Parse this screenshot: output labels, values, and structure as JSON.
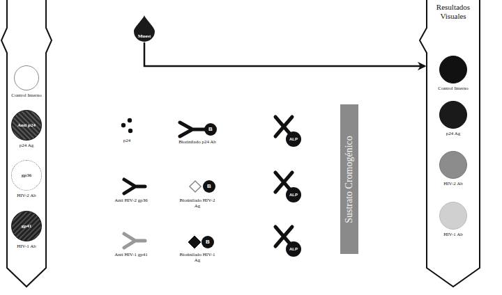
{
  "diagram": {
    "nodes": [
      {
        "text": [
          "Control Interno"
        ]
      },
      {
        "text": [
          "Anti p24",
          "p24 Ag"
        ]
      },
      {
        "text": [
          "gp36",
          "HIV-2 Ab"
        ]
      },
      {
        "text": [
          "gp41",
          "HIV-1 Ab"
        ]
      },
      {
        "text": [
          "Muest"
        ]
      },
      {
        "text": [
          "B"
        ]
      },
      {
        "text": [
          "ALP"
        ]
      },
      {
        "text": [
          "B"
        ]
      },
      {
        "text": [
          "ALP"
        ]
      },
      {
        "text": [
          "B"
        ]
      },
      {
        "text": [
          "ALP"
        ]
      },
      {
        "text": [
          "Sustrato Cromogénico"
        ]
      },
      {
        "text": [
          "Resultados Visuales"
        ]
      },
      {
        "text": [
          "Control Interno"
        ],
        "in": 12
      },
      {
        "text": [
          "p24 Ag"
        ],
        "in": 12
      },
      {
        "text": [
          "HIV-2 Ab"
        ],
        "in": 12
      },
      {
        "text": [
          "HIV-1 Ab"
        ],
        "in": 12
      }
    ],
    "edges": [
      {
        "from": 4,
        "to": 12,
        "arrow": "to"
      }
    ],
    "labels": [
      "p24",
      "Biotinilado p24 Ab",
      "Anti HIV-2 gp36",
      "Biotinilado HIV-2 Ag",
      "Anti HIV-1 gp41",
      "Biotinilado HIV-1 Ag"
    ]
  }
}
